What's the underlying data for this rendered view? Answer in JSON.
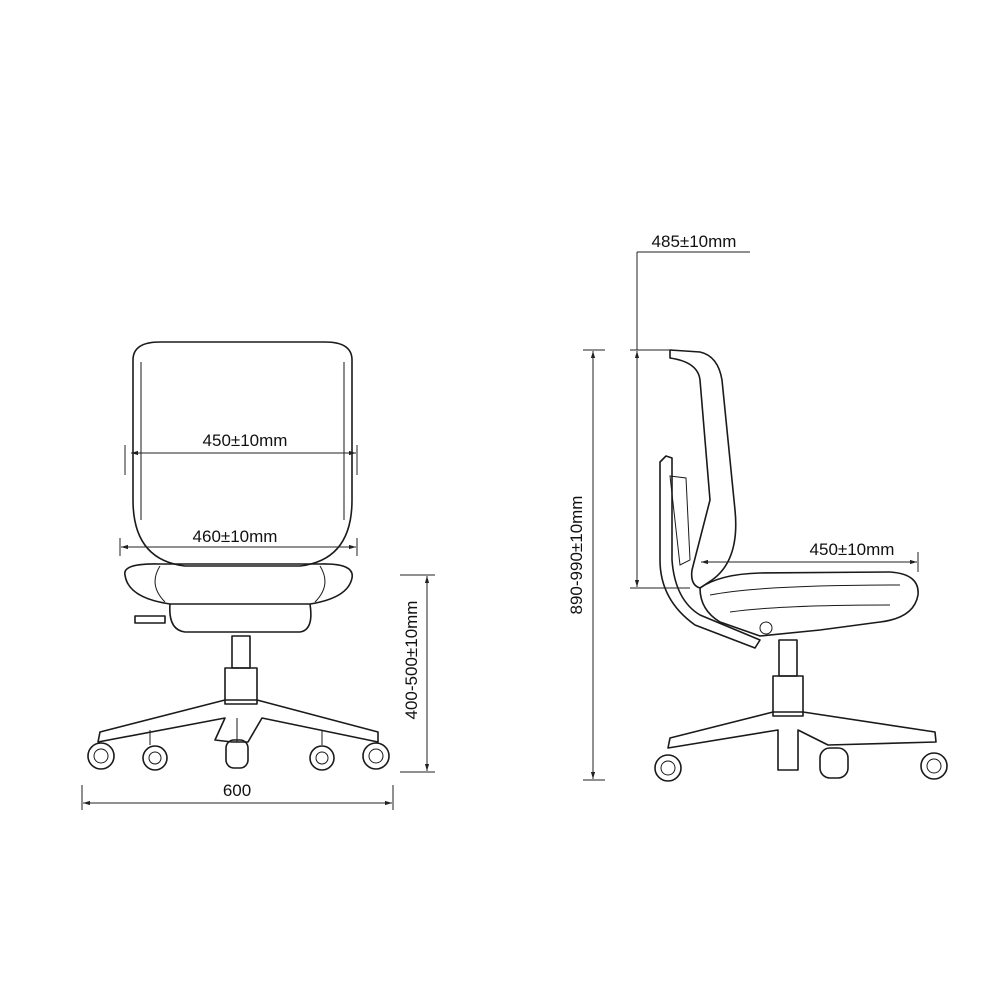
{
  "front_view": {
    "backrest_width": "450±10mm",
    "seat_width": "460±10mm",
    "base_width": "600",
    "seat_height": "400-500±10mm"
  },
  "side_view": {
    "backrest_height": "485±10mm",
    "overall_height": "890-990±10mm",
    "seat_depth": "450±10mm"
  }
}
